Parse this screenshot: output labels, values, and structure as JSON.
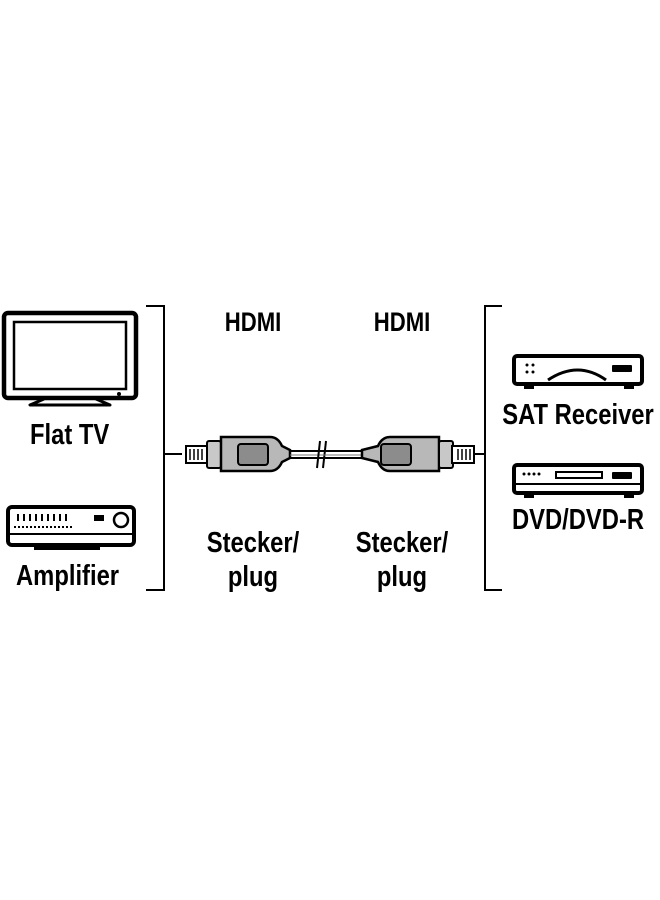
{
  "left_devices": [
    {
      "label": "Flat TV",
      "icon": "flat-tv-icon"
    },
    {
      "label": "Amplifier",
      "icon": "amplifier-icon"
    }
  ],
  "right_devices": [
    {
      "label": "SAT Receiver",
      "icon": "sat-receiver-icon"
    },
    {
      "label": "DVD/DVD-R",
      "icon": "dvd-player-icon"
    }
  ],
  "cable": {
    "left_end": {
      "type": "HDMI",
      "connector_line1": "Stecker/",
      "connector_line2": "plug"
    },
    "right_end": {
      "type": "HDMI",
      "connector_line1": "Stecker/",
      "connector_line2": "plug"
    }
  },
  "colors": {
    "ink": "#000000",
    "plug_gray": "#b8b8b8",
    "background": "#ffffff"
  }
}
